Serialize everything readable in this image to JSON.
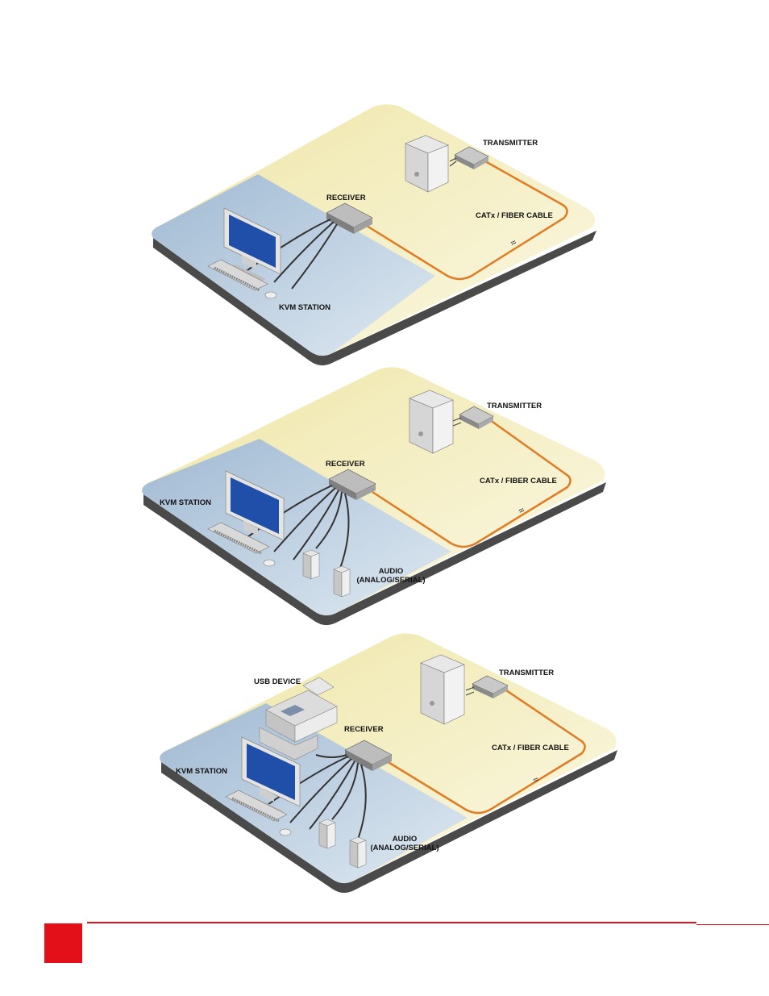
{
  "diagrams": [
    {
      "labels": {
        "transmitter": "TRANSMITTER",
        "receiver": "RECEIVER",
        "cable": "CATx / FIBER CABLE",
        "kvm": "KVM STATION"
      }
    },
    {
      "labels": {
        "transmitter": "TRANSMITTER",
        "receiver": "RECEIVER",
        "cable": "CATx / FIBER CABLE",
        "kvm": "KVM STATION",
        "audio_line1": "AUDIO",
        "audio_line2": "(ANALOG/SERIAL)"
      }
    },
    {
      "labels": {
        "usb": "USB DEVICE",
        "transmitter": "TRANSMITTER",
        "receiver": "RECEIVER",
        "cable": "CATx / FIBER CABLE",
        "kvm": "KVM STATION",
        "audio_line1": "AUDIO",
        "audio_line2": "(ANALOG/SERIAL)"
      }
    }
  ],
  "colors": {
    "accent": "#e3101a",
    "cable": "#e07b22",
    "desk_left": "#a9c2d8",
    "desk_right": "#f3edbd"
  }
}
